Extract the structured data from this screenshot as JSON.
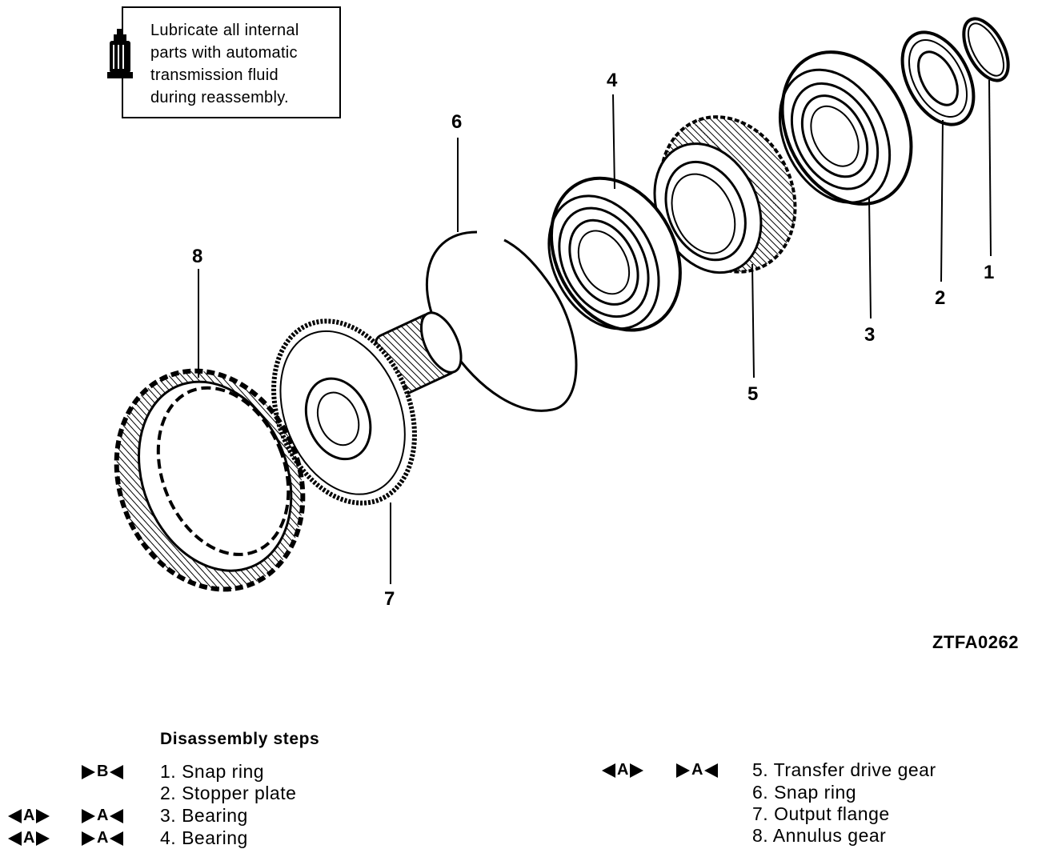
{
  "note": {
    "lines": [
      "Lubricate all internal",
      "parts with automatic",
      "transmission fluid",
      "during reassembly."
    ],
    "icon": "oil-can-icon"
  },
  "callouts": [
    "1",
    "2",
    "3",
    "4",
    "5",
    "6",
    "7",
    "8"
  ],
  "figure_code": "ZTFA0262",
  "disassembly": {
    "title": "Disassembly steps",
    "left_steps": [
      {
        "text": "1. Snap ring",
        "markers": [
          {
            "dir": "in",
            "letter": "B"
          }
        ]
      },
      {
        "text": "2. Stopper plate",
        "markers": []
      },
      {
        "text": "3. Bearing",
        "markers": [
          {
            "dir": "out",
            "letter": "A"
          },
          {
            "dir": "in",
            "letter": "A"
          }
        ]
      },
      {
        "text": "4. Bearing",
        "markers": [
          {
            "dir": "out",
            "letter": "A"
          },
          {
            "dir": "in",
            "letter": "A"
          }
        ]
      }
    ],
    "right_steps": [
      {
        "text": "5. Transfer drive gear",
        "markers": [
          {
            "dir": "out",
            "letter": "A"
          },
          {
            "dir": "in",
            "letter": "A"
          }
        ]
      },
      {
        "text": "6. Snap ring",
        "markers": []
      },
      {
        "text": "7. Output flange",
        "markers": []
      },
      {
        "text": "8. Annulus gear",
        "markers": []
      }
    ]
  }
}
